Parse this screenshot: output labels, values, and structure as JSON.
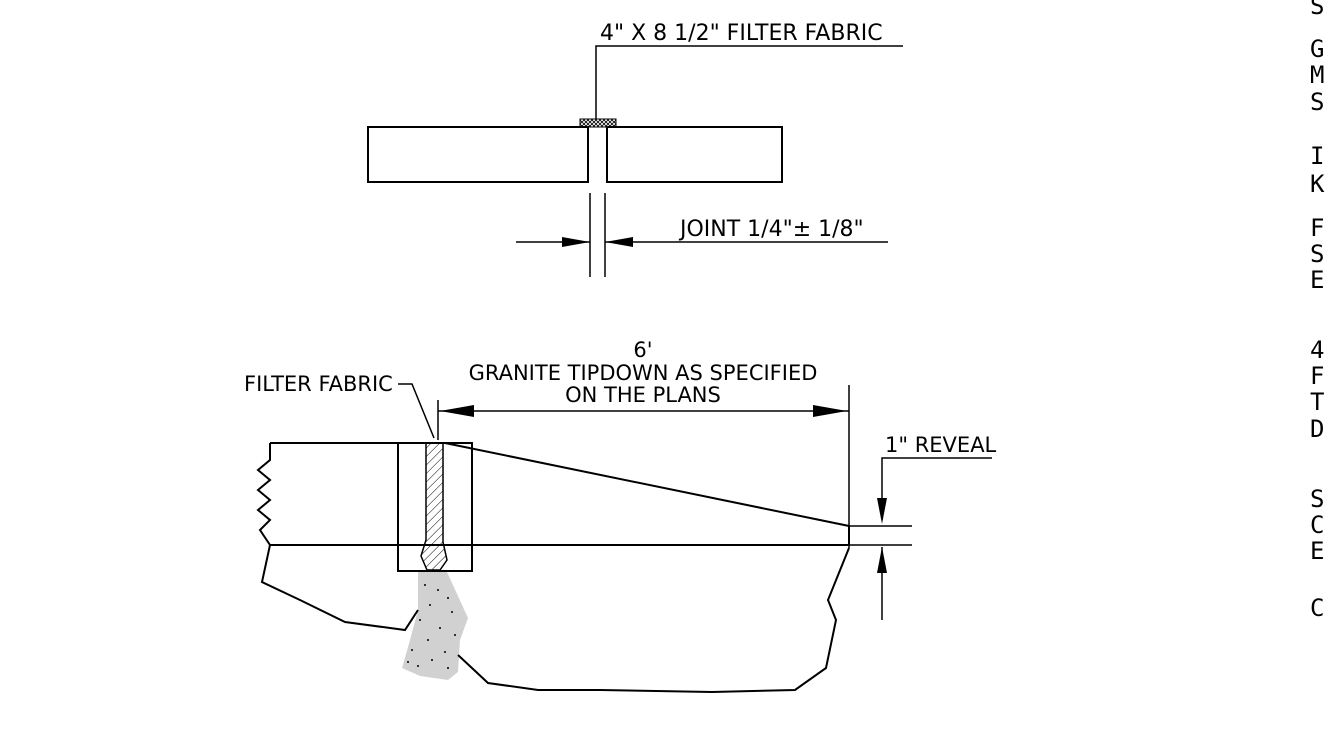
{
  "labels": {
    "filter_fabric_top": "4\" X 8 1/2\" FILTER FABRIC",
    "joint": "JOINT 1/4\"± 1/8\"",
    "dimension_value": "6'",
    "tipdown_line1": "GRANITE TIPDOWN AS SPECIFIED",
    "tipdown_line2": "ON THE PLANS",
    "filter_fabric_side": "FILTER FABRIC",
    "reveal": "1\" REVEAL"
  },
  "edge_fragments": [
    "S",
    "G",
    "M",
    "S",
    "I",
    "K",
    "F",
    "S",
    "E",
    "4",
    "F",
    "T",
    "D",
    "S",
    "C",
    "E",
    "C"
  ]
}
